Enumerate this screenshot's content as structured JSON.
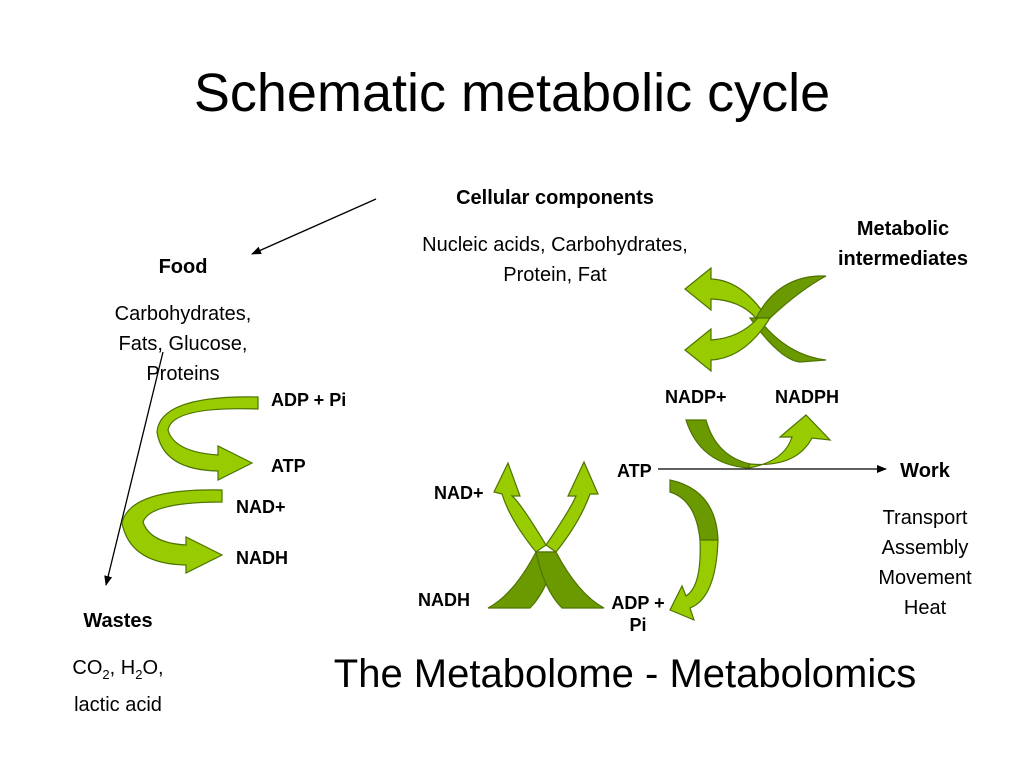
{
  "slide": {
    "title": "Schematic metabolic cycle",
    "footer_title": "The Metabolome - Metabolomics"
  },
  "cellular": {
    "heading": "Cellular components",
    "line1": "Nucleic acids, Carbohydrates,",
    "line2": "Protein, Fat"
  },
  "food": {
    "heading": "Food",
    "line1": "Carbohydrates,",
    "line2": "Fats, Glucose,",
    "line3": "Proteins"
  },
  "wastes": {
    "heading": "Wastes",
    "co": "CO",
    "co_sub": "2",
    "sep": ", H",
    "h_sub": "2",
    "o": "O,",
    "line2": "lactic acid"
  },
  "intermediates": {
    "line1": "Metabolic",
    "line2": "intermediates"
  },
  "work": {
    "heading": "Work",
    "items": [
      "Transport",
      "Assembly",
      "Movement",
      "Heat"
    ]
  },
  "left_labels": {
    "adp_pi": "ADP + Pi",
    "atp": "ATP",
    "nad_plus": "NAD+",
    "nadh": "NADH"
  },
  "center_labels": {
    "nadp_plus": "NADP+",
    "nadph": "NADPH",
    "atp": "ATP",
    "nad_plus": "NAD+",
    "nadh": "NADH",
    "adp_line1": "ADP +",
    "adp_line2": "Pi"
  },
  "colors": {
    "arrow_light": "#99CC00",
    "arrow_dark": "#6B9A00",
    "arrow_outline": "#4D7300",
    "line": "#000000"
  }
}
